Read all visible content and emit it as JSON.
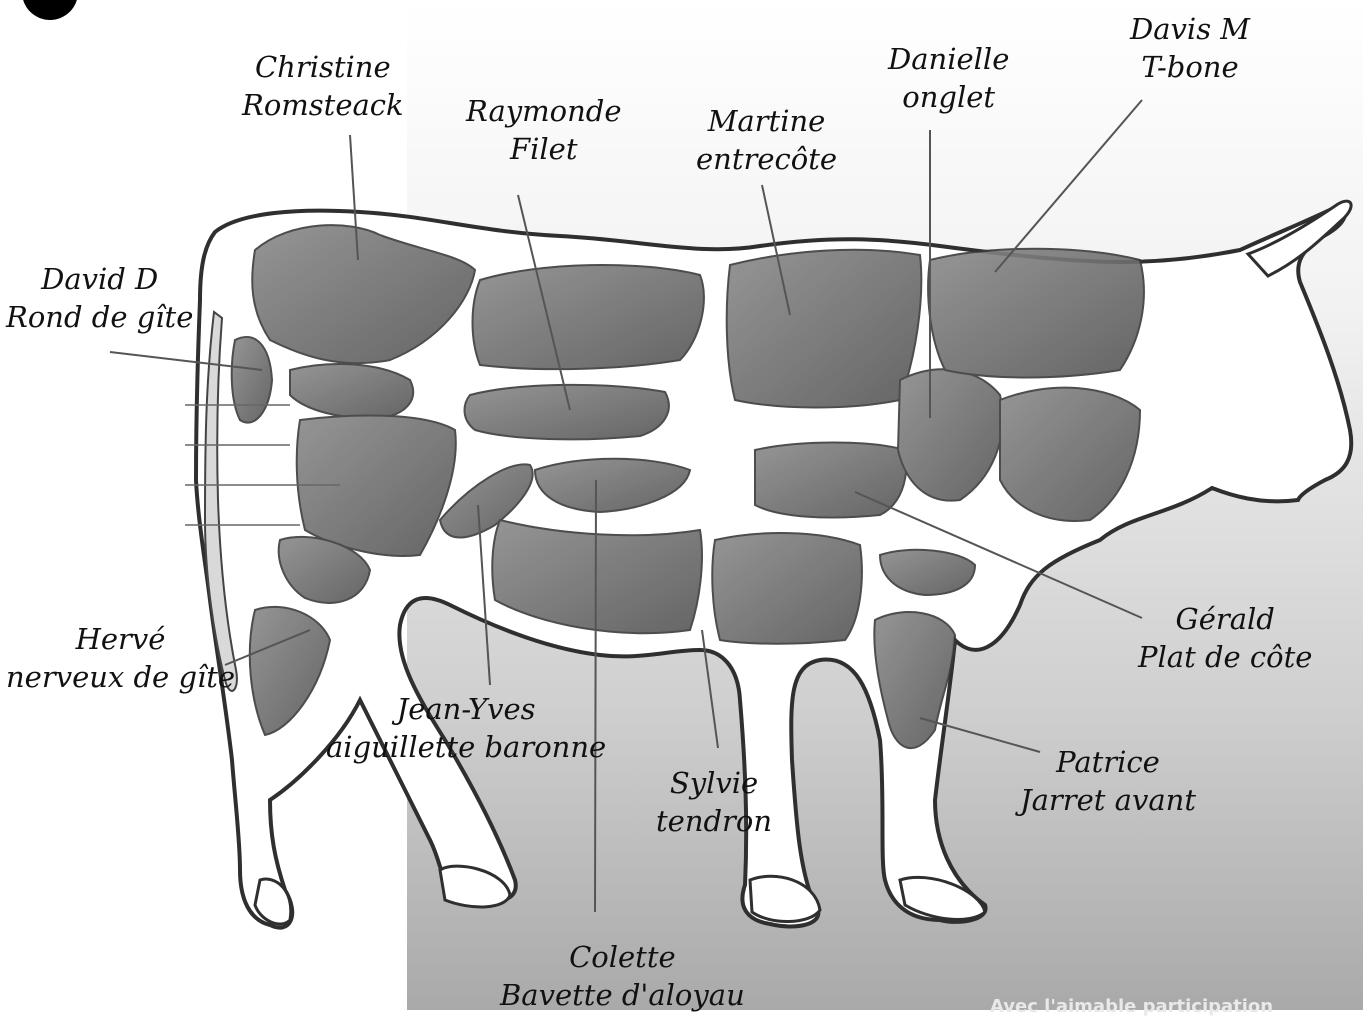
{
  "colors": {
    "panel": "#bdbdbd",
    "meat": "#6d6d6d",
    "meat_dark": "#4a4a4a",
    "outline": "#3a3a3a",
    "leader": "#555555"
  },
  "labels": [
    {
      "id": "christine",
      "name": "Christine",
      "cut": "Romsteack"
    },
    {
      "id": "raymonde",
      "name": "Raymonde",
      "cut": "Filet"
    },
    {
      "id": "martine",
      "name": "Martine",
      "cut": "entrecôte"
    },
    {
      "id": "danielle",
      "name": "Danielle",
      "cut": "onglet"
    },
    {
      "id": "davis",
      "name": "Davis M",
      "cut": "T-bone"
    },
    {
      "id": "david",
      "name": "David D",
      "cut": "Rond de gîte"
    },
    {
      "id": "gerald",
      "name": "Gérald",
      "cut": "Plat de côte"
    },
    {
      "id": "herve",
      "name": "Hervé",
      "cut": "nerveux de gîte"
    },
    {
      "id": "jeanyves",
      "name": "Jean-Yves",
      "cut": "aiguillette baronne"
    },
    {
      "id": "sylvie",
      "name": "Sylvie",
      "cut": "tendron"
    },
    {
      "id": "patrice",
      "name": "Patrice",
      "cut": "Jarret avant"
    },
    {
      "id": "colette",
      "name": "Colette",
      "cut": "Bavette d'aloyau"
    }
  ],
  "footer_caption": "Avec l'aimable participation"
}
